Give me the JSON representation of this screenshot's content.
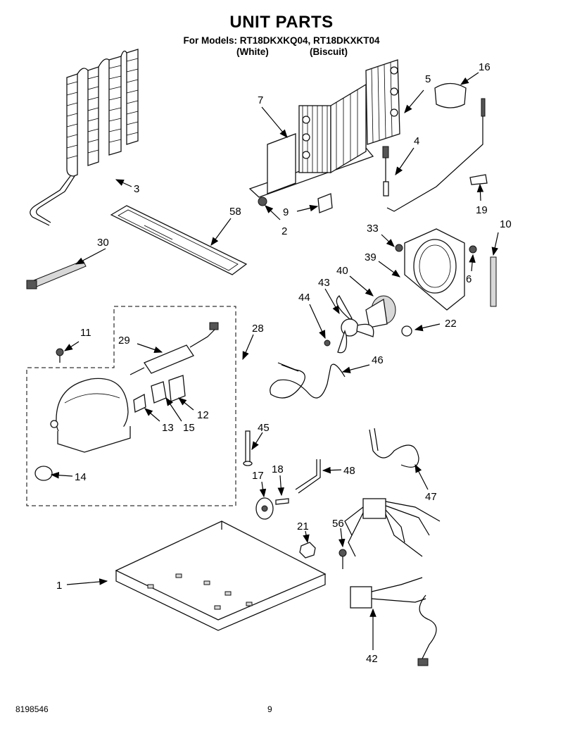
{
  "header": {
    "title": "UNIT PARTS",
    "models": "For Models: RT18DKXKQ04, RT18DKXKT04",
    "color1": "(White)",
    "color2": "(Biscuit)"
  },
  "footer": {
    "doc_number": "8198546",
    "page_number": "9"
  },
  "callouts": {
    "c1": "1",
    "c2": "2",
    "c3": "3",
    "c4": "4",
    "c5": "5",
    "c6": "6",
    "c7": "7",
    "c9": "9",
    "c10": "10",
    "c11": "11",
    "c12": "12",
    "c13": "13",
    "c14": "14",
    "c15": "15",
    "c16": "16",
    "c17": "17",
    "c18": "18",
    "c19": "19",
    "c21": "21",
    "c22": "22",
    "c28": "28",
    "c29": "29",
    "c30": "30",
    "c33": "33",
    "c39": "39",
    "c40": "40",
    "c42": "42",
    "c43": "43",
    "c44": "44",
    "c45": "45",
    "c46": "46",
    "c47": "47",
    "c48": "48",
    "c56": "56",
    "c58": "58"
  }
}
